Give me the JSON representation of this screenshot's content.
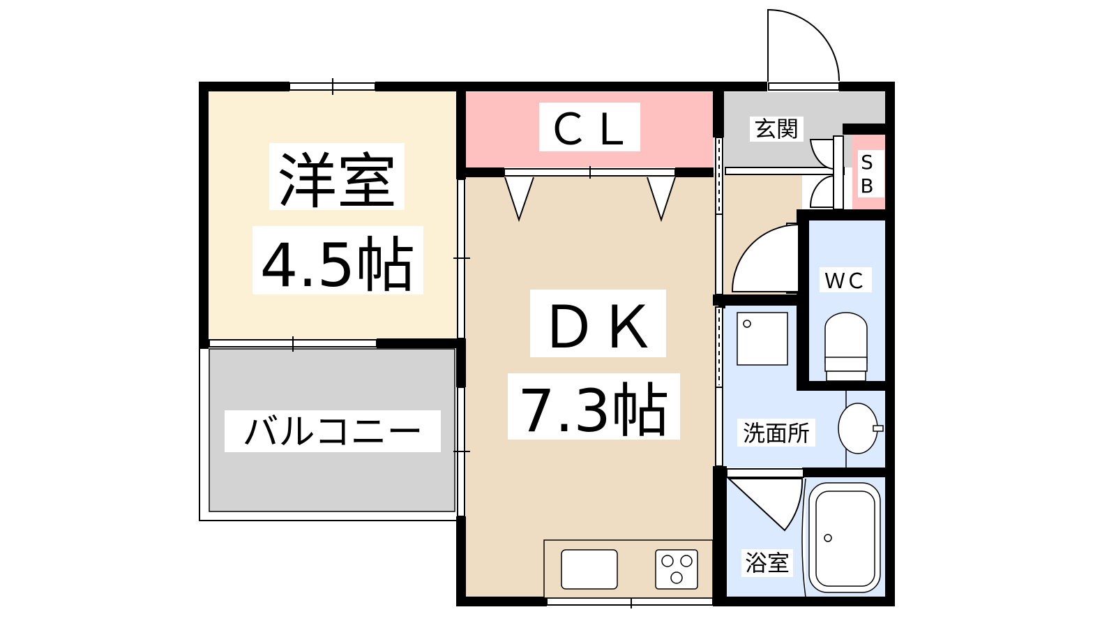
{
  "floorplan": {
    "rooms": {
      "western_room": {
        "name": "洋室",
        "size": "4.5帖"
      },
      "closet": {
        "name": "ＣＬ"
      },
      "dining_kitchen": {
        "name": "ＤＫ",
        "size": "7.3帖"
      },
      "entrance": {
        "name": "玄関"
      },
      "shoe_box": {
        "name_line1": "S",
        "name_line2": "B"
      },
      "toilet": {
        "name": "ＷＣ"
      },
      "washroom": {
        "name": "洗面所"
      },
      "bathroom": {
        "name": "浴室"
      },
      "balcony": {
        "name": "バルコニー"
      }
    },
    "colors": {
      "western_room": "#fdf1d5",
      "closet": "#ffc0c0",
      "dining_kitchen": "#eeddc3",
      "entrance": "#d3d3d3",
      "wet_area": "#dbeafe",
      "balcony": "#d3d3d3",
      "wall": "#000000"
    }
  }
}
